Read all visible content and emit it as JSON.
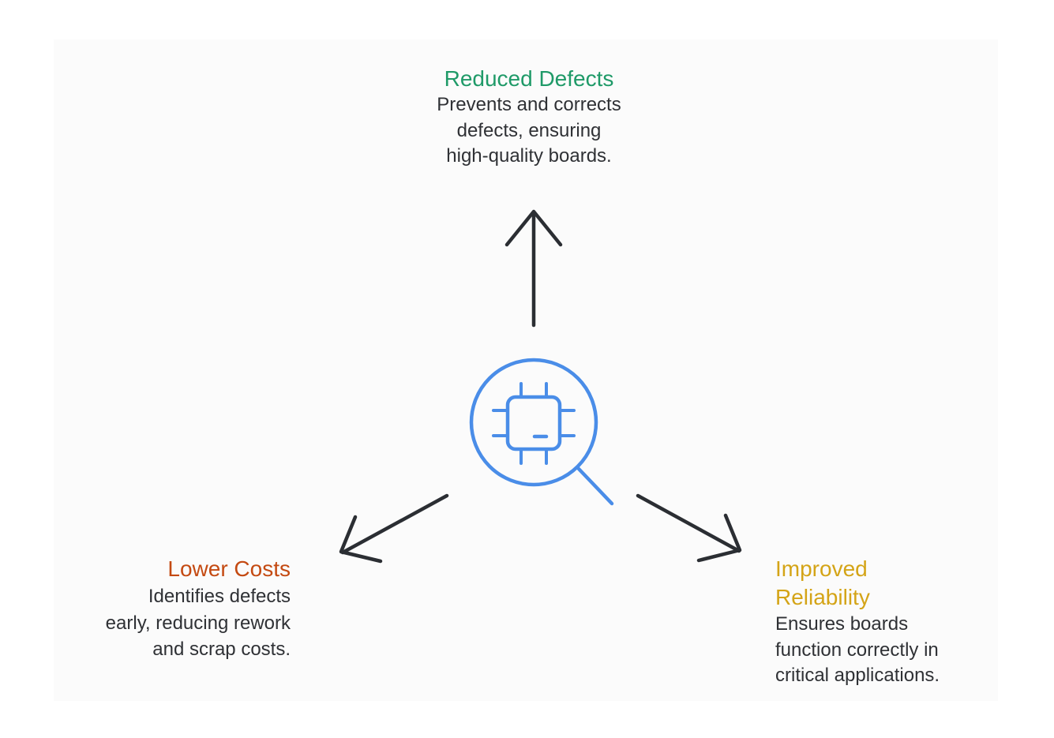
{
  "colors": {
    "background": "#fbfbfb",
    "arrow": "#2b2e33",
    "icon": "#4a8de8",
    "reduced_defects": "#1f9a68",
    "lower_costs": "#c44a12",
    "improved_reliability": "#d4a417",
    "body_text": "#2f3135"
  },
  "center_icon": "magnifier-chip-icon",
  "benefits": {
    "reduced_defects": {
      "title": "Reduced Defects",
      "lines": [
        "Prevents and corrects",
        "defects, ensuring",
        "high-quality boards."
      ]
    },
    "lower_costs": {
      "title": "Lower Costs",
      "lines": [
        "Identifies defects",
        "early, reducing rework",
        "and scrap costs."
      ]
    },
    "improved_reliability": {
      "title_lines": [
        "Improved",
        "Reliability"
      ],
      "lines": [
        "Ensures boards",
        "function correctly in",
        "critical applications."
      ]
    }
  }
}
